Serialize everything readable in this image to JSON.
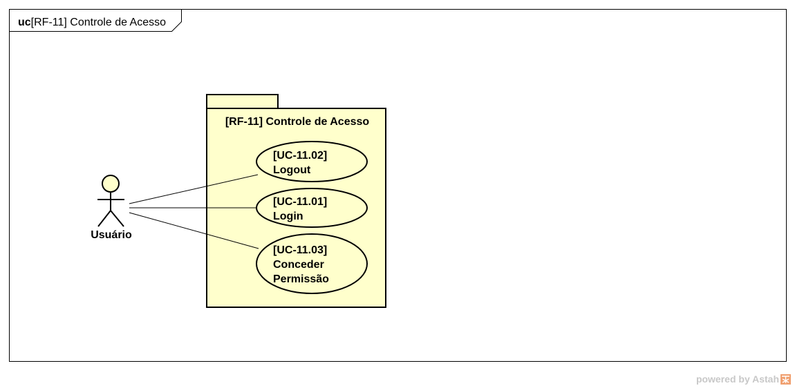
{
  "frame": {
    "keyword": "uc",
    "title": "[RF-11] Controle de Acesso"
  },
  "package": {
    "title": "[RF-11] Controle de Acesso"
  },
  "actor": {
    "name": "Usuário"
  },
  "use_cases": [
    {
      "lines": [
        "[UC-11.02]",
        "Logout"
      ]
    },
    {
      "lines": [
        "[UC-11.01]",
        "Login"
      ]
    },
    {
      "lines": [
        "[UC-11.03]",
        "Conceder",
        "Permissão"
      ]
    }
  ],
  "watermark": {
    "text": "powered by Astah"
  },
  "colors": {
    "package_fill": "#ffffcc",
    "use_case_fill": "#ffffcc",
    "actor_fill": "#ffffcc",
    "stroke": "#000000",
    "watermark": "#c8c8c8",
    "logo": "#f0a070"
  }
}
